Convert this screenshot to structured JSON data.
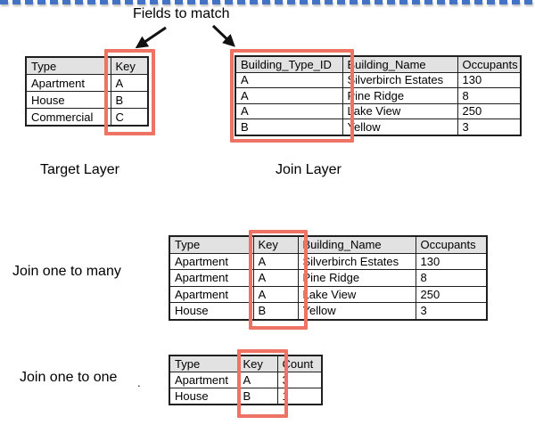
{
  "annotation": {
    "fields_to_match": "Fields to match"
  },
  "sections": {
    "target_layer_label": "Target Layer",
    "join_layer_label": "Join Layer",
    "one_to_many_label": "Join one to many",
    "one_to_one_label": "Join one to one",
    "stray_mark": "."
  },
  "colors": {
    "highlight_red": "#ee7365",
    "header_gray": "#e2e2e2",
    "divider_blue": "#4472c4",
    "border_black": "#1f1f1f"
  },
  "tables": {
    "target": {
      "headers": [
        "Type",
        "Key"
      ],
      "rows": [
        [
          "Apartment",
          "A"
        ],
        [
          "House",
          "B"
        ],
        [
          "Commercial",
          "C"
        ]
      ]
    },
    "join_layer": {
      "headers": [
        "Building_Type_ID",
        "Building_Name",
        "Occupants"
      ],
      "rows": [
        [
          "A",
          "Silverbirch Estates",
          "130"
        ],
        [
          "A",
          "Pine Ridge",
          "8"
        ],
        [
          "A",
          "Lake View",
          "250"
        ],
        [
          "B",
          "Yellow",
          "3"
        ]
      ]
    },
    "one_to_many": {
      "headers": [
        "Type",
        "Key",
        "Building_Name",
        "Occupants"
      ],
      "rows": [
        [
          "Apartment",
          "A",
          "Silverbirch Estates",
          "130"
        ],
        [
          "Apartment",
          "A",
          "Pine Ridge",
          "8"
        ],
        [
          "Apartment",
          "A",
          "Lake View",
          "250"
        ],
        [
          "House",
          "B",
          "Yellow",
          "3"
        ]
      ]
    },
    "one_to_one": {
      "headers": [
        "Type",
        "Key",
        "Count"
      ],
      "rows": [
        [
          "Apartment",
          "A",
          "3"
        ],
        [
          "House",
          "B",
          "1"
        ]
      ]
    }
  }
}
